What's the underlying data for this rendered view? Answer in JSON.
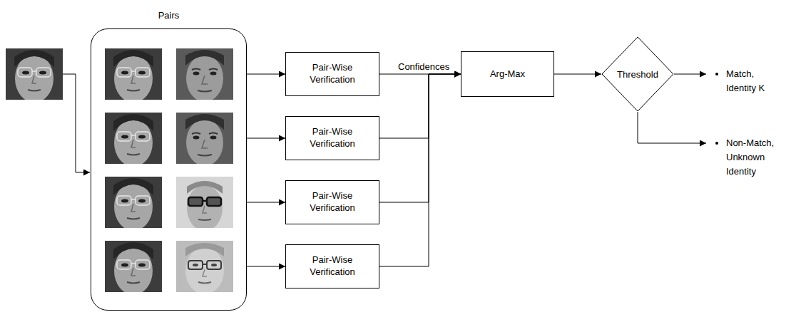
{
  "diagram": {
    "nodes": [
      {
        "text": [
          "Pairs"
        ]
      },
      {
        "text": [
          "Pair-Wise Verification"
        ]
      },
      {
        "text": [
          "Pair-Wise Verification"
        ]
      },
      {
        "text": [
          "Pair-Wise Verification"
        ]
      },
      {
        "text": [
          "Pair-Wise Verification"
        ]
      },
      {
        "text": [
          "Arg-Max"
        ]
      },
      {
        "text": [
          "Threshold"
        ]
      }
    ],
    "edges": [
      {
        "from": 0,
        "to": 1,
        "arrow": "to"
      },
      {
        "from": 0,
        "to": 2,
        "arrow": "to"
      },
      {
        "from": 0,
        "to": 3,
        "arrow": "to"
      },
      {
        "from": 0,
        "to": 4,
        "arrow": "to"
      },
      {
        "from": 1,
        "to": 5,
        "arrow": "to",
        "label": "Confidences"
      },
      {
        "from": 2,
        "to": 5,
        "arrow": "to"
      },
      {
        "from": 3,
        "to": 5,
        "arrow": "to"
      },
      {
        "from": 4,
        "to": 5,
        "arrow": "to"
      },
      {
        "from": 5,
        "to": 6,
        "arrow": "to"
      }
    ],
    "labels": [
      "Match, Identity K",
      "Non-Match, Unknown Identity"
    ]
  }
}
